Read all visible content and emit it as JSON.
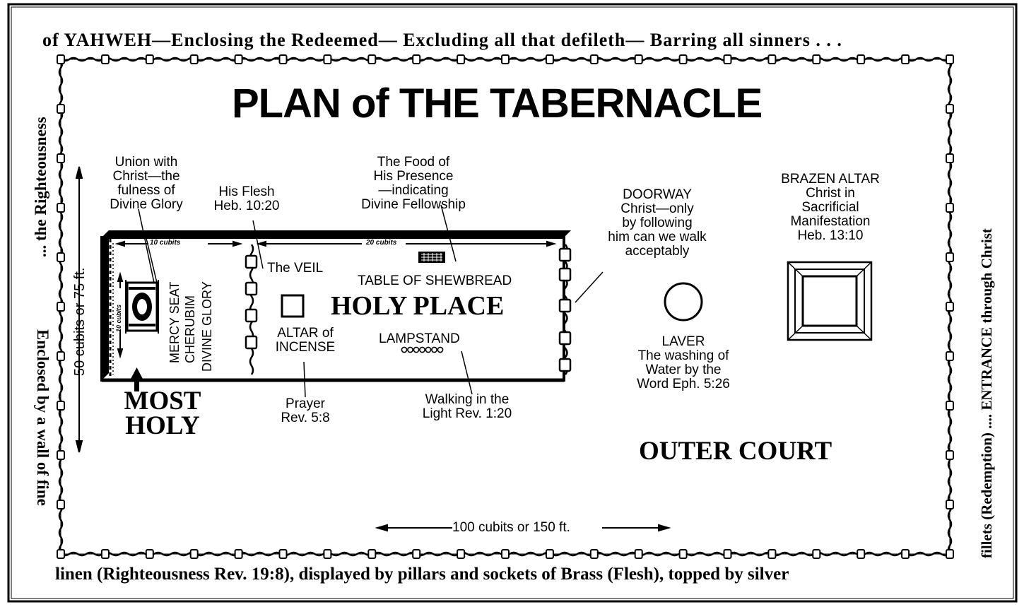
{
  "title": "PLAN of THE TABERNACLE",
  "border_text": {
    "top": "of YAHWEH—Enclosing the Redeemed— Excluding all that defileth— Barring all sinners . . .",
    "bottom": "linen (Righteousness Rev. 19:8), displayed by pillars and sockets of Brass (Flesh), topped by silver",
    "left": "Enclosed by a wall of fine",
    "left_upper": "... the Righteousness",
    "right": "fillets (Redemption) .... ENTRANCE through Christ"
  },
  "labels": {
    "union": "Union with\nChrist—the\nfulness of\nDivine Glory",
    "flesh": "His Flesh\nHeb. 10:20",
    "food": "The Food of\nHis Presence\n—indicating\nDivine Fellowship",
    "doorway": "DOORWAY\nChrist—only\nby following\nhim can we walk\nacceptably",
    "brazen_altar": "BRAZEN ALTAR\nChrist in\nSacrificial\nManifestation\nHeb. 13:10",
    "veil": "The VEIL",
    "shewbread": "TABLE OF SHEWBREAD",
    "holy_place": "HOLY PLACE",
    "altar_incense": "ALTAR of\nINCENSE",
    "lampstand": "LAMPSTAND",
    "mercy_seat": "MERCY SEAT",
    "cherubim": "CHERUBIM",
    "divine_glory": "DIVINE GLORY",
    "most_holy": "MOST\nHOLY",
    "prayer": "Prayer\nRev. 5:8",
    "walking": "Walking in the\nLight Rev. 1:20",
    "laver": "LAVER\nThe washing of\nWater by the\nWord Eph. 5:26",
    "outer_court": "OUTER COURT"
  },
  "dimensions": {
    "length": "100 cubits or 150 ft.",
    "width": "50 cubits or 75 ft.",
    "most_holy_len": "10 cubits",
    "holy_len": "20 cubits",
    "most_holy_width": "10 cubits"
  },
  "colors": {
    "ink": "#000000",
    "paper": "#ffffff"
  }
}
